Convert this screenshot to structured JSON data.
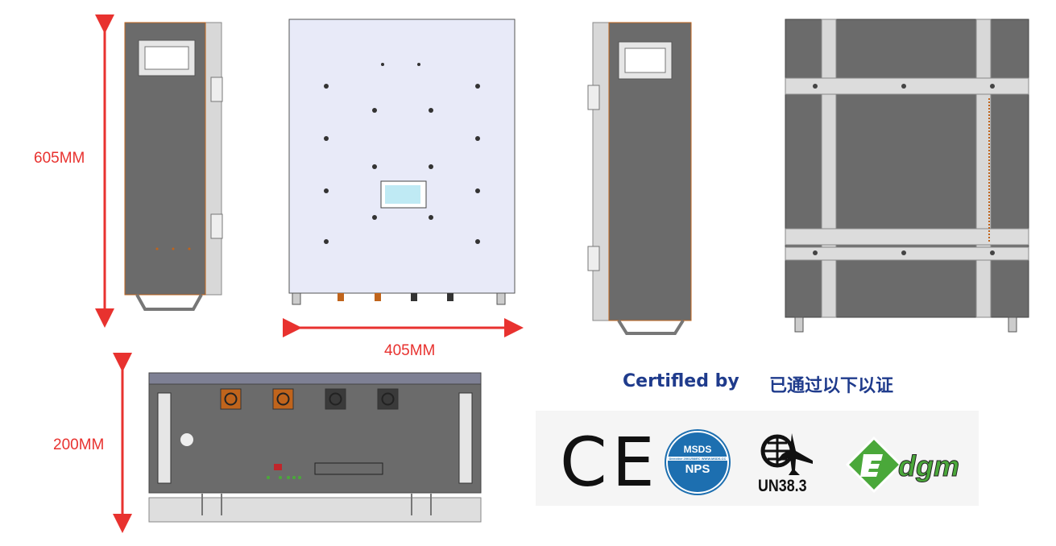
{
  "dimensions": {
    "height": "605MM",
    "width": "405MM",
    "depth": "200MM"
  },
  "certification": {
    "title_en": "Certifled by",
    "title_zh": "已通过以下以证",
    "logos": [
      {
        "name": "ce-mark",
        "text": "CE"
      },
      {
        "name": "msds-nps",
        "text_top": "MSDS",
        "text_mid": "Directive 2001/58/EC  WWW.MSDS.CC",
        "text_bottom": "NPS"
      },
      {
        "name": "un38-3",
        "text": "UN38.3"
      },
      {
        "name": "dgm",
        "text": "dgm"
      }
    ]
  },
  "colors": {
    "dimension": "#e8322f",
    "cert_text": "#1f3b8c",
    "panel": "#6b6b6b",
    "front": "#e8eaf8",
    "copper": "#c0641c",
    "dgm_green": "#4aa83a"
  }
}
